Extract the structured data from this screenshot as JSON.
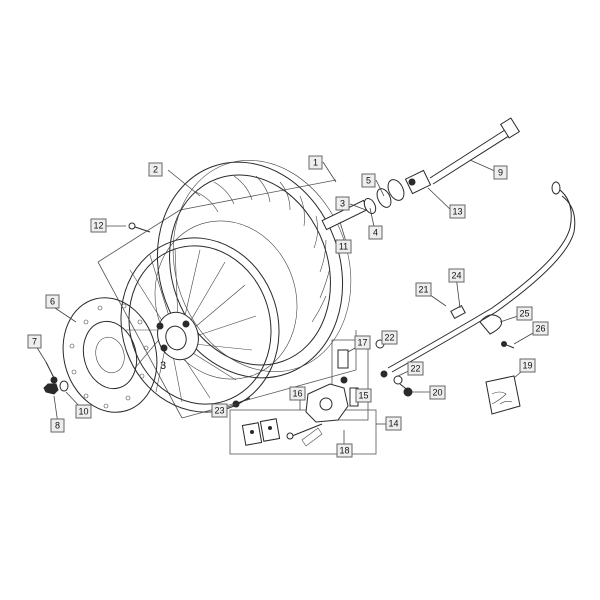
{
  "diagram": {
    "callouts": [
      {
        "id": "c1",
        "label": "1"
      },
      {
        "id": "c2",
        "label": "2"
      },
      {
        "id": "c3",
        "label": "3"
      },
      {
        "id": "c4",
        "label": "4"
      },
      {
        "id": "c5",
        "label": "5"
      },
      {
        "id": "c6",
        "label": "6"
      },
      {
        "id": "c7",
        "label": "7"
      },
      {
        "id": "c8",
        "label": "8"
      },
      {
        "id": "c9",
        "label": "9"
      },
      {
        "id": "c10",
        "label": "10"
      },
      {
        "id": "c11",
        "label": "11"
      },
      {
        "id": "c12",
        "label": "12"
      },
      {
        "id": "c13",
        "label": "13"
      },
      {
        "id": "c14",
        "label": "14"
      },
      {
        "id": "c15",
        "label": "15"
      },
      {
        "id": "c16",
        "label": "16"
      },
      {
        "id": "c17",
        "label": "17"
      },
      {
        "id": "c18",
        "label": "18"
      },
      {
        "id": "c19",
        "label": "19"
      },
      {
        "id": "c20",
        "label": "20"
      },
      {
        "id": "c21",
        "label": "21"
      },
      {
        "id": "c22a",
        "label": "22"
      },
      {
        "id": "c22b",
        "label": "22"
      },
      {
        "id": "c23",
        "label": "23"
      },
      {
        "id": "c24",
        "label": "24"
      },
      {
        "id": "c25",
        "label": "25"
      },
      {
        "id": "c26",
        "label": "26"
      }
    ],
    "hub_label": "3"
  }
}
